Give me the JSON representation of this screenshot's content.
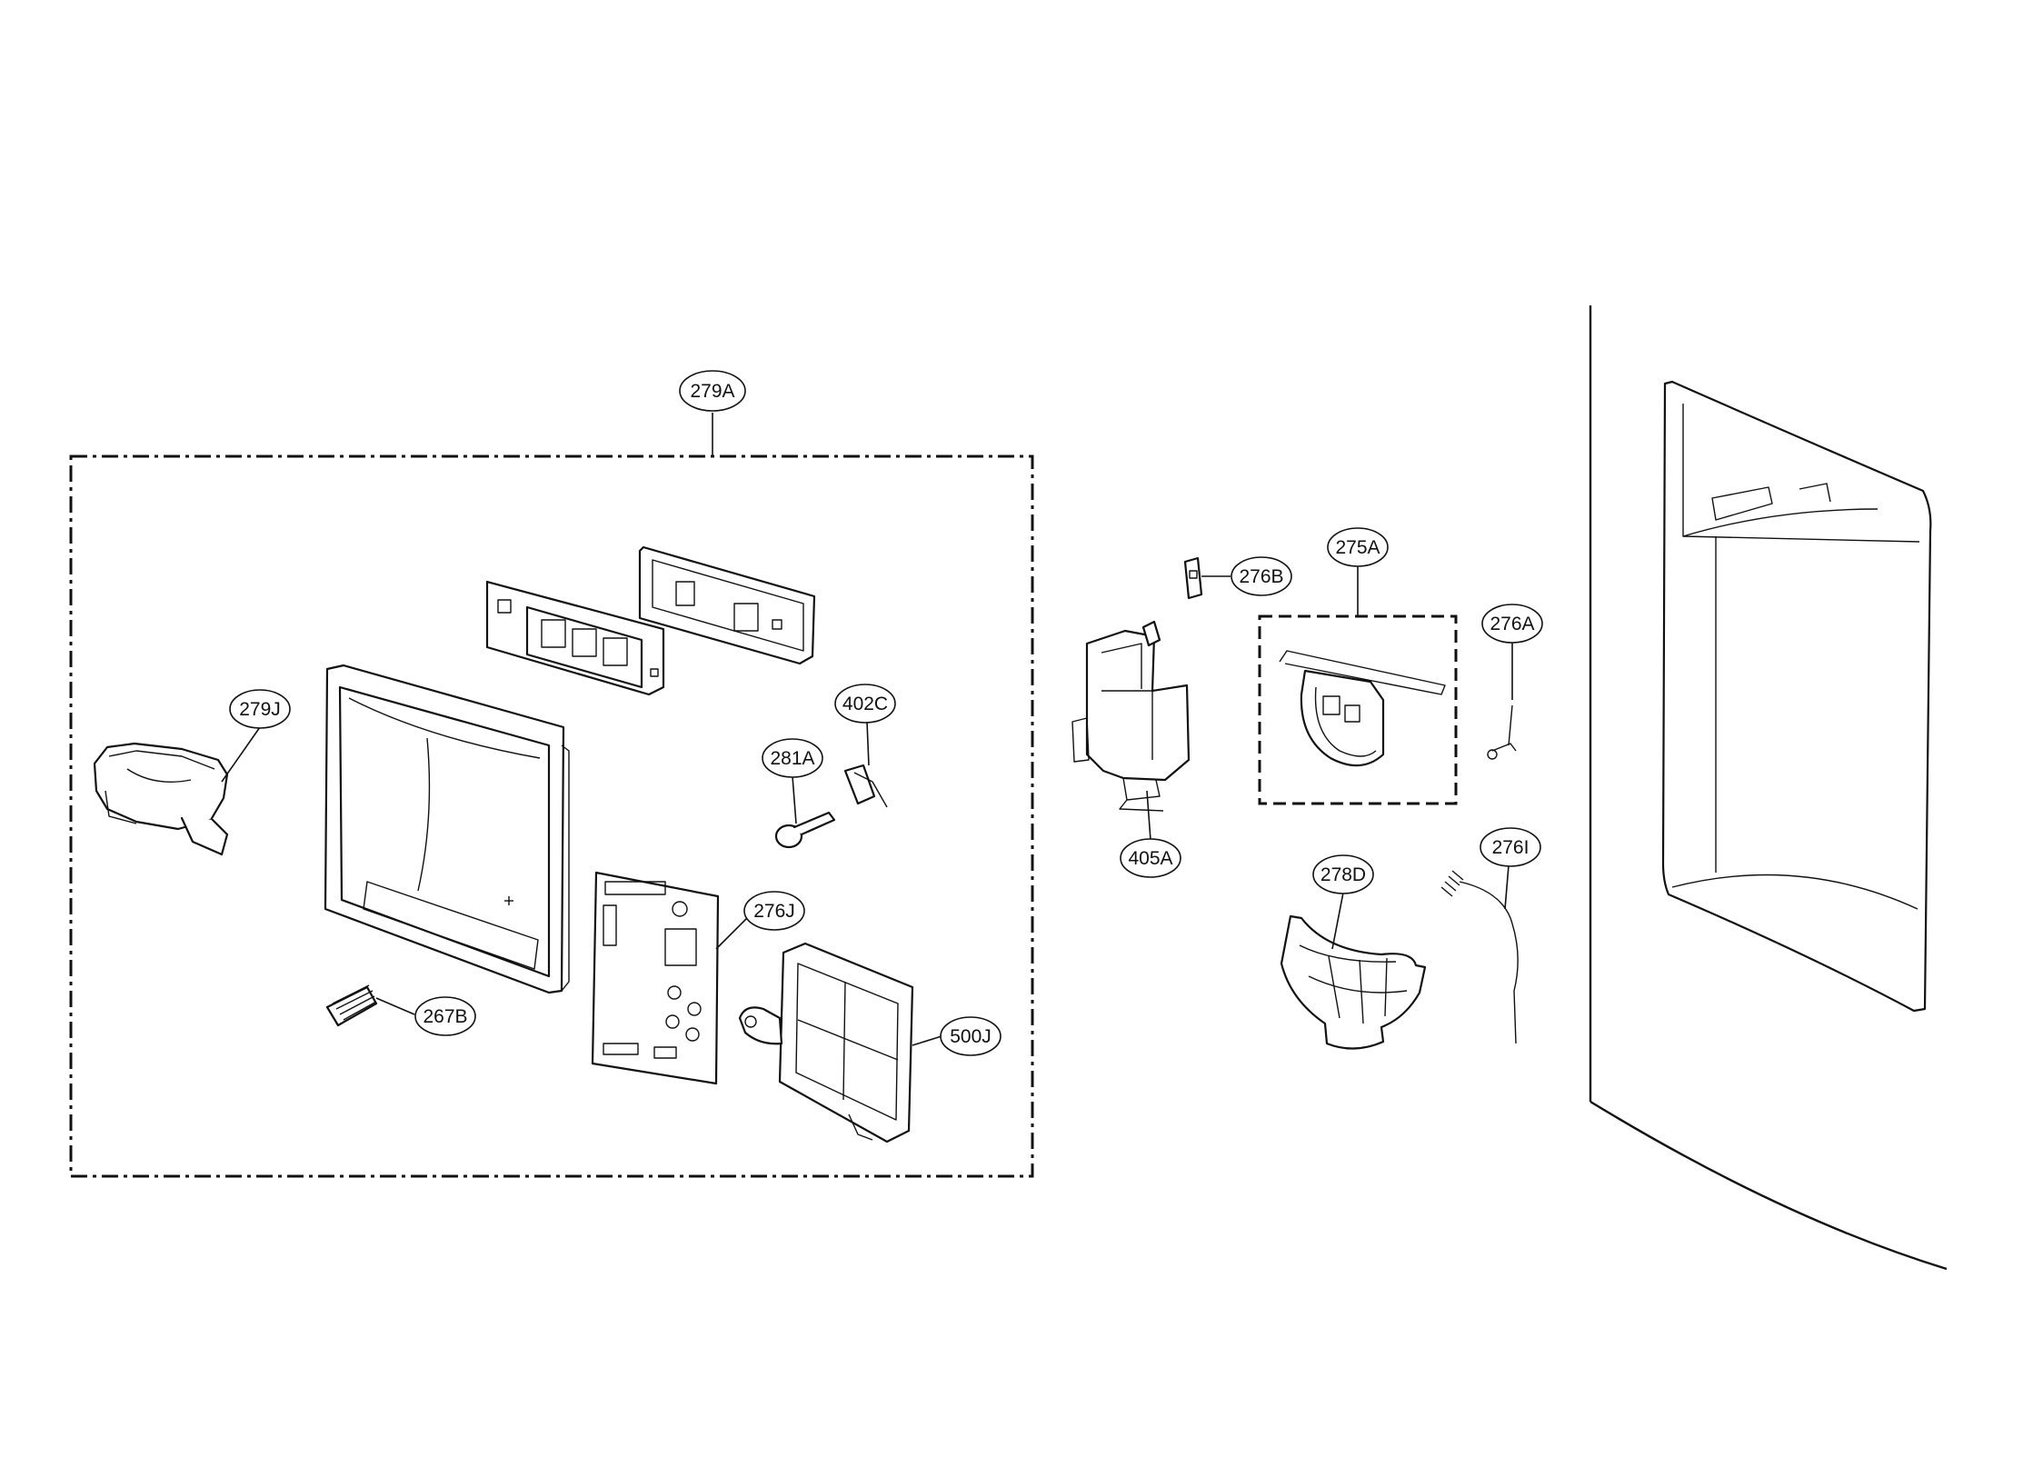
{
  "callouts": {
    "c279A": "279A",
    "c279J": "279J",
    "c402C": "402C",
    "c281A": "281A",
    "c276J": "276J",
    "c267B": "267B",
    "c500J": "500J",
    "c276B": "276B",
    "c275A": "275A",
    "c276A": "276A",
    "c405A": "405A",
    "c278D": "278D",
    "c276I": "276I"
  }
}
